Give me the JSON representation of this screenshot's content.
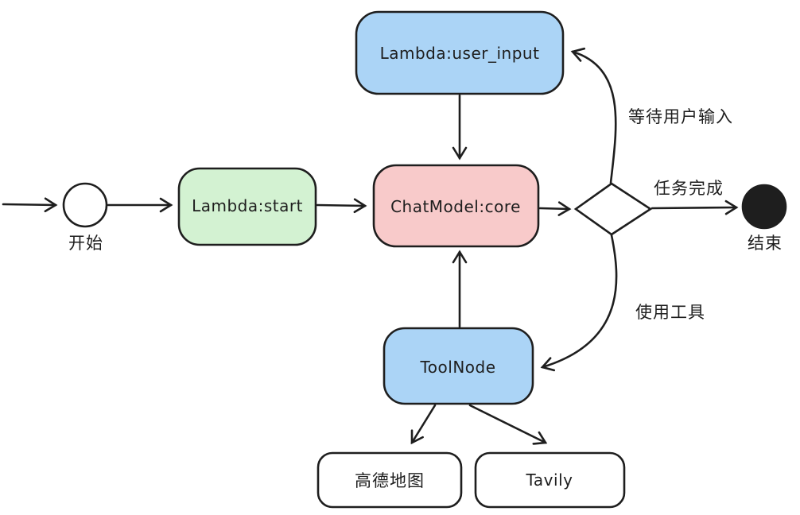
{
  "canvas": {
    "background": "#ffffff",
    "stroke_color": "#1e1e1e"
  },
  "nodes": {
    "start": {
      "label": "开始",
      "shape": "circle",
      "fill": "#ffffff"
    },
    "lambda_start": {
      "label": "Lambda:start",
      "shape": "rounded-rect",
      "fill": "#d3f2d2"
    },
    "chatmodel_core": {
      "label": "ChatModel:core",
      "shape": "rounded-rect",
      "fill": "#f8caca"
    },
    "lambda_user_input": {
      "label": "Lambda:user_input",
      "shape": "rounded-rect",
      "fill": "#abd4f6"
    },
    "decision": {
      "label": "",
      "shape": "diamond",
      "fill": "#ffffff"
    },
    "toolnode": {
      "label": "ToolNode",
      "shape": "rounded-rect",
      "fill": "#abd4f6"
    },
    "gaode_map": {
      "label": "高德地图",
      "shape": "rounded-rect",
      "fill": "#ffffff"
    },
    "tavily": {
      "label": "Tavily",
      "shape": "rounded-rect",
      "fill": "#ffffff"
    },
    "end": {
      "label": "结束",
      "shape": "filled-circle",
      "fill": "#1e1e1e"
    }
  },
  "edge_labels": {
    "wait_user_input": "等待用户输入",
    "task_complete": "任务完成",
    "use_tool": "使用工具"
  }
}
